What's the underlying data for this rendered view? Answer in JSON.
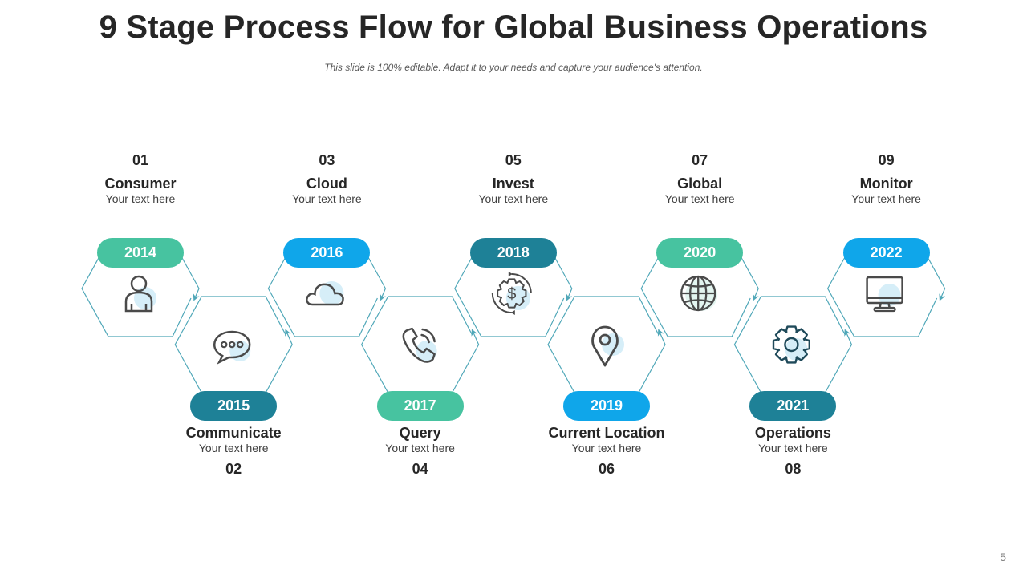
{
  "header": {
    "title": "9 Stage Process Flow for Global Business Operations",
    "subtitle": "This slide is 100% editable. Adapt it to your needs and capture your audience's attention."
  },
  "page_number": "5",
  "colors": {
    "green": "#47c3a0",
    "blue": "#0fa6ea",
    "teal": "#1e8197",
    "outline": "#4fa7b8",
    "icon_stroke": "#4a4a4a",
    "icon_bg": "#d6eef8"
  },
  "stages": [
    {
      "number": "01",
      "name": "Consumer",
      "desc": "Your text here",
      "year": "2014",
      "icon": "user-icon",
      "color": "green",
      "row": "top"
    },
    {
      "number": "02",
      "name": "Communicate",
      "desc": "Your text here",
      "year": "2015",
      "icon": "chat-bubble-icon",
      "color": "teal",
      "row": "bottom"
    },
    {
      "number": "03",
      "name": "Cloud",
      "desc": "Your text here",
      "year": "2016",
      "icon": "cloud-icon",
      "color": "blue",
      "row": "top"
    },
    {
      "number": "04",
      "name": "Query",
      "desc": "Your text here",
      "year": "2017",
      "icon": "phone-icon",
      "color": "green",
      "row": "bottom"
    },
    {
      "number": "05",
      "name": "Invest",
      "desc": "Your text here",
      "year": "2018",
      "icon": "dollar-gear-icon",
      "color": "teal",
      "row": "top"
    },
    {
      "number": "06",
      "name": "Current Location",
      "desc": "Your text here",
      "year": "2019",
      "icon": "location-pin-icon",
      "color": "blue",
      "row": "bottom"
    },
    {
      "number": "07",
      "name": "Global",
      "desc": "Your text here",
      "year": "2020",
      "icon": "globe-icon",
      "color": "green",
      "row": "top"
    },
    {
      "number": "08",
      "name": "Operations",
      "desc": "Your text here",
      "year": "2021",
      "icon": "gear-icon",
      "color": "teal",
      "row": "bottom"
    },
    {
      "number": "09",
      "name": "Monitor",
      "desc": "Your text here",
      "year": "2022",
      "icon": "monitor-icon",
      "color": "blue",
      "row": "top"
    }
  ]
}
